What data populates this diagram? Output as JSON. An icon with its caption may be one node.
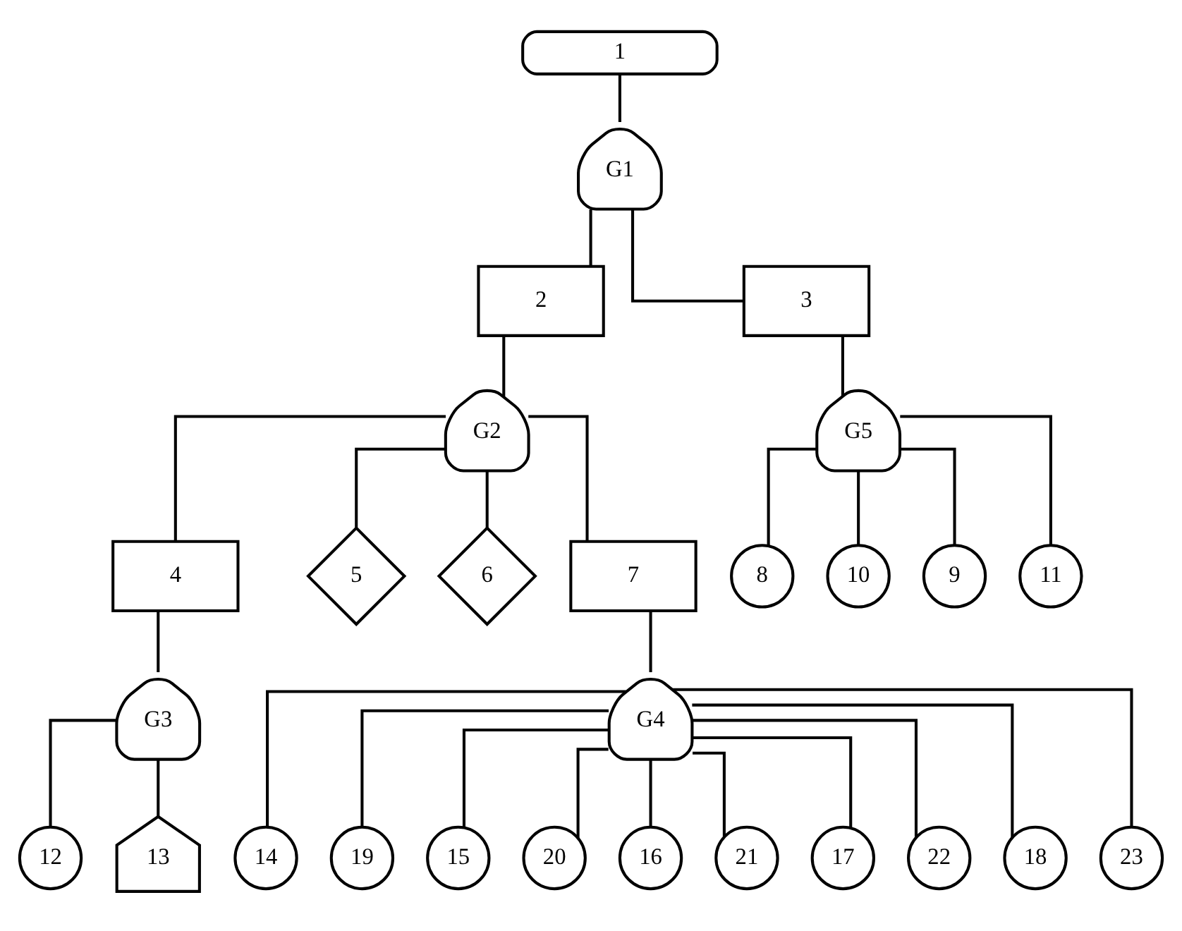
{
  "diagram": {
    "nodes": [
      {
        "text": [
          "1"
        ]
      },
      {
        "text": [
          "G1"
        ]
      },
      {
        "text": [
          "2"
        ]
      },
      {
        "text": [
          "3"
        ]
      },
      {
        "text": [
          "G2"
        ]
      },
      {
        "text": [
          "G5"
        ]
      },
      {
        "text": [
          "4"
        ]
      },
      {
        "text": [
          "5"
        ]
      },
      {
        "text": [
          "6"
        ]
      },
      {
        "text": [
          "7"
        ]
      },
      {
        "text": [
          "8"
        ]
      },
      {
        "text": [
          "10"
        ]
      },
      {
        "text": [
          "9"
        ]
      },
      {
        "text": [
          "11"
        ]
      },
      {
        "text": [
          "G3"
        ]
      },
      {
        "text": [
          "G4"
        ]
      },
      {
        "text": [
          "12"
        ]
      },
      {
        "text": [
          "13"
        ]
      },
      {
        "text": [
          "14"
        ]
      },
      {
        "text": [
          "19"
        ]
      },
      {
        "text": [
          "15"
        ]
      },
      {
        "text": [
          "20"
        ]
      },
      {
        "text": [
          "16"
        ]
      },
      {
        "text": [
          "21"
        ]
      },
      {
        "text": [
          "17"
        ]
      },
      {
        "text": [
          "22"
        ]
      },
      {
        "text": [
          "18"
        ]
      },
      {
        "text": [
          "23"
        ]
      }
    ],
    "edges": [
      {
        "from": 0,
        "to": 1,
        "arrow": "none"
      },
      {
        "from": 1,
        "to": 2,
        "arrow": "none"
      },
      {
        "from": 1,
        "to": 3,
        "arrow": "none"
      },
      {
        "from": 2,
        "to": 4,
        "arrow": "none"
      },
      {
        "from": 3,
        "to": 5,
        "arrow": "none"
      },
      {
        "from": 4,
        "to": 6,
        "arrow": "none"
      },
      {
        "from": 4,
        "to": 7,
        "arrow": "none"
      },
      {
        "from": 4,
        "to": 8,
        "arrow": "none"
      },
      {
        "from": 4,
        "to": 9,
        "arrow": "none"
      },
      {
        "from": 5,
        "to": 10,
        "arrow": "none"
      },
      {
        "from": 5,
        "to": 12,
        "arrow": "none"
      },
      {
        "from": 5,
        "to": 13,
        "arrow": "none"
      },
      {
        "from": 5,
        "to": 11,
        "arrow": "none"
      },
      {
        "from": 6,
        "to": 14,
        "arrow": "none"
      },
      {
        "from": 9,
        "to": 15,
        "arrow": "none"
      },
      {
        "from": 14,
        "to": 16,
        "arrow": "none"
      },
      {
        "from": 14,
        "to": 17,
        "arrow": "none"
      },
      {
        "from": 15,
        "to": 18,
        "arrow": "none"
      },
      {
        "from": 15,
        "to": 20,
        "arrow": "none"
      },
      {
        "from": 15,
        "to": 22,
        "arrow": "none"
      },
      {
        "from": 15,
        "to": 24,
        "arrow": "none"
      },
      {
        "from": 15,
        "to": 26,
        "arrow": "none"
      },
      {
        "from": 15,
        "to": 27,
        "arrow": "none"
      },
      {
        "from": 15,
        "to": 25,
        "arrow": "none"
      },
      {
        "from": 15,
        "to": 23,
        "arrow": "none"
      },
      {
        "from": 15,
        "to": 21,
        "arrow": "none"
      },
      {
        "from": 15,
        "to": 19,
        "arrow": "none"
      }
    ]
  }
}
